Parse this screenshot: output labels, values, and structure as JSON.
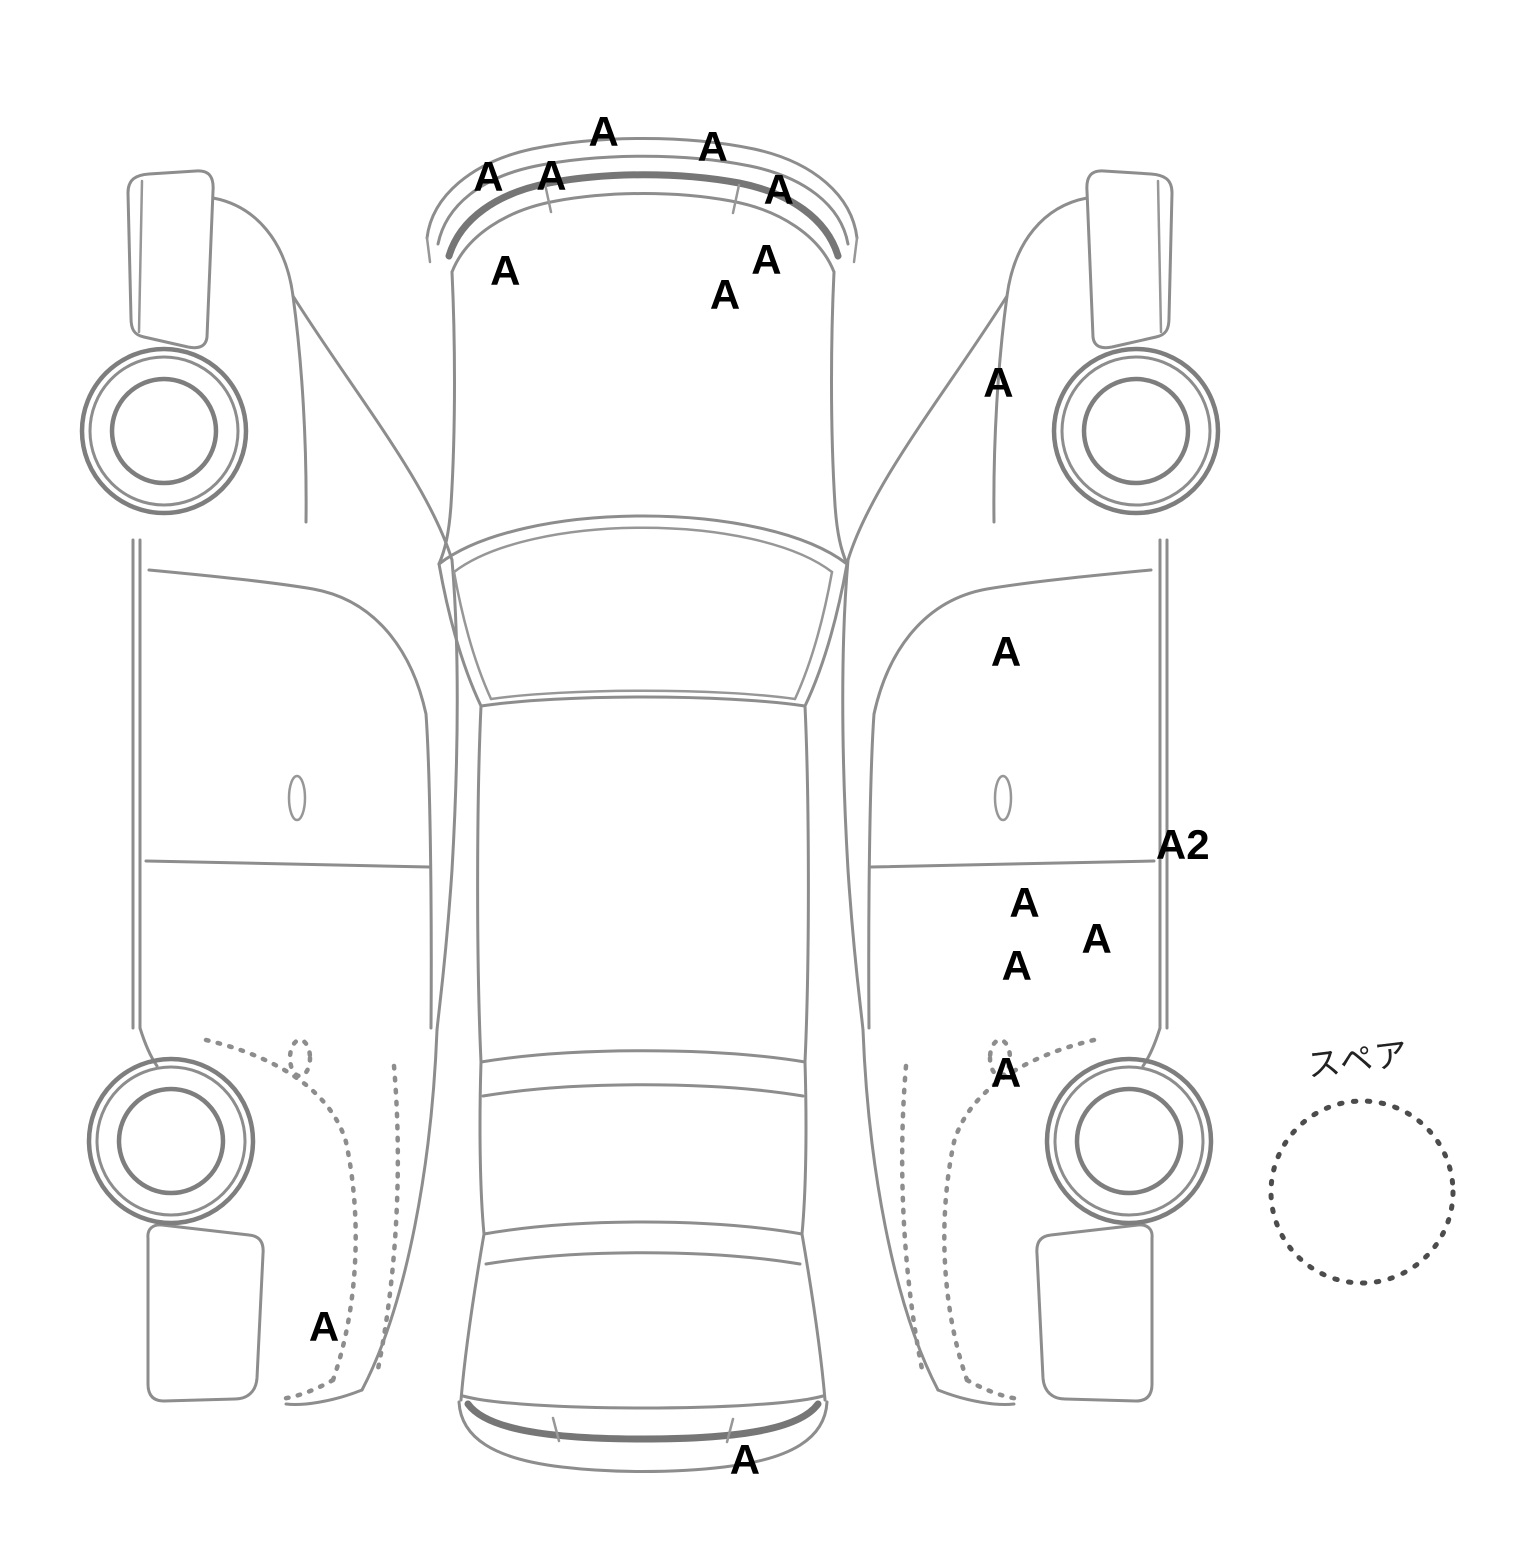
{
  "diagram": {
    "spare_label": "スペア",
    "markers": [
      {
        "label": "A",
        "area": "front"
      },
      {
        "label": "A",
        "area": "front"
      },
      {
        "label": "A",
        "area": "front"
      },
      {
        "label": "A",
        "area": "front"
      },
      {
        "label": "A",
        "area": "front"
      },
      {
        "label": "A",
        "area": "front"
      },
      {
        "label": "A",
        "area": "front"
      },
      {
        "label": "A",
        "area": "front"
      },
      {
        "label": "A",
        "area": "right-side"
      },
      {
        "label": "A",
        "area": "right-side"
      },
      {
        "label": "A2",
        "area": "right-side"
      },
      {
        "label": "A",
        "area": "right-side"
      },
      {
        "label": "A",
        "area": "right-side"
      },
      {
        "label": "A",
        "area": "right-side"
      },
      {
        "label": "A",
        "area": "right-side"
      },
      {
        "label": "A",
        "area": "left-side"
      },
      {
        "label": "A",
        "area": "rear"
      }
    ]
  }
}
